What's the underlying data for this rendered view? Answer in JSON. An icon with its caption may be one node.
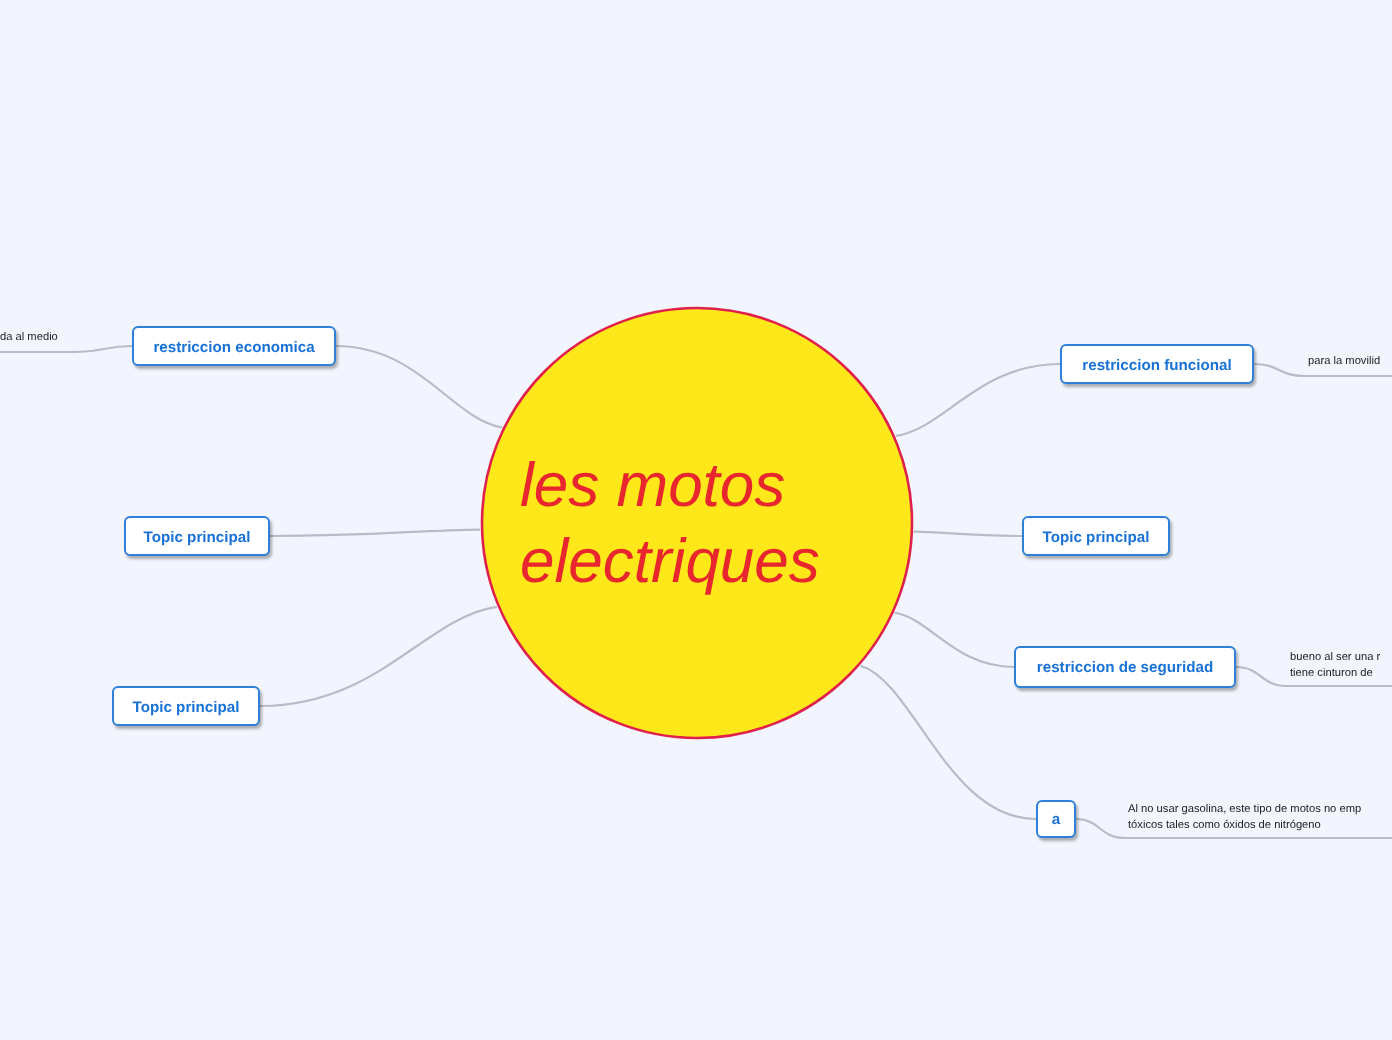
{
  "diagram": {
    "nodes": [
      {
        "text": [
          "les motos electriques"
        ]
      },
      {
        "text": [
          "restriccion economica"
        ]
      },
      {
        "text": [
          "da al medio"
        ]
      },
      {
        "text": [
          "Topic principal"
        ]
      },
      {
        "text": [
          "Topic principal"
        ]
      },
      {
        "text": [
          "restriccion funcional"
        ]
      },
      {
        "text": [
          "para la movilid"
        ]
      },
      {
        "text": [
          "Topic principal"
        ]
      },
      {
        "text": [
          "restriccion de seguridad"
        ]
      },
      {
        "text": [
          "bueno al ser una r tiene cinturon de"
        ]
      },
      {
        "text": [
          "a"
        ]
      },
      {
        "text": [
          "Al no usar gasolina, este tipo de motos no emp tóxicos tales como óxidos de nitrógeno"
        ]
      }
    ],
    "edges": [
      {
        "from": 0,
        "to": 1,
        "arrow": "none"
      },
      {
        "from": 1,
        "to": 2,
        "arrow": "none"
      },
      {
        "from": 0,
        "to": 3,
        "arrow": "none"
      },
      {
        "from": 0,
        "to": 4,
        "arrow": "none"
      },
      {
        "from": 0,
        "to": 5,
        "arrow": "none"
      },
      {
        "from": 5,
        "to": 6,
        "arrow": "none"
      },
      {
        "from": 0,
        "to": 7,
        "arrow": "none"
      },
      {
        "from": 0,
        "to": 8,
        "arrow": "none"
      },
      {
        "from": 8,
        "to": 9,
        "arrow": "none"
      },
      {
        "from": 0,
        "to": 10,
        "arrow": "none"
      },
      {
        "from": 10,
        "to": 11,
        "arrow": "none"
      }
    ]
  }
}
